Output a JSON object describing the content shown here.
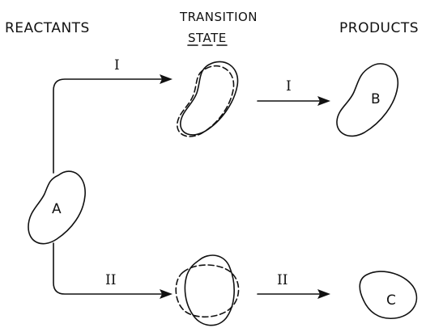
{
  "headers": {
    "reactants": "REACTANTS",
    "transition_line1": "TRANSITION",
    "transition_line2": "STATE",
    "products": "PRODUCTS"
  },
  "path_labels": {
    "upper_in": "I",
    "upper_out": "I",
    "lower_in": "II",
    "lower_out": "II"
  },
  "molecules": {
    "reactant": "A",
    "product_upper": "B",
    "product_lower": "C"
  }
}
